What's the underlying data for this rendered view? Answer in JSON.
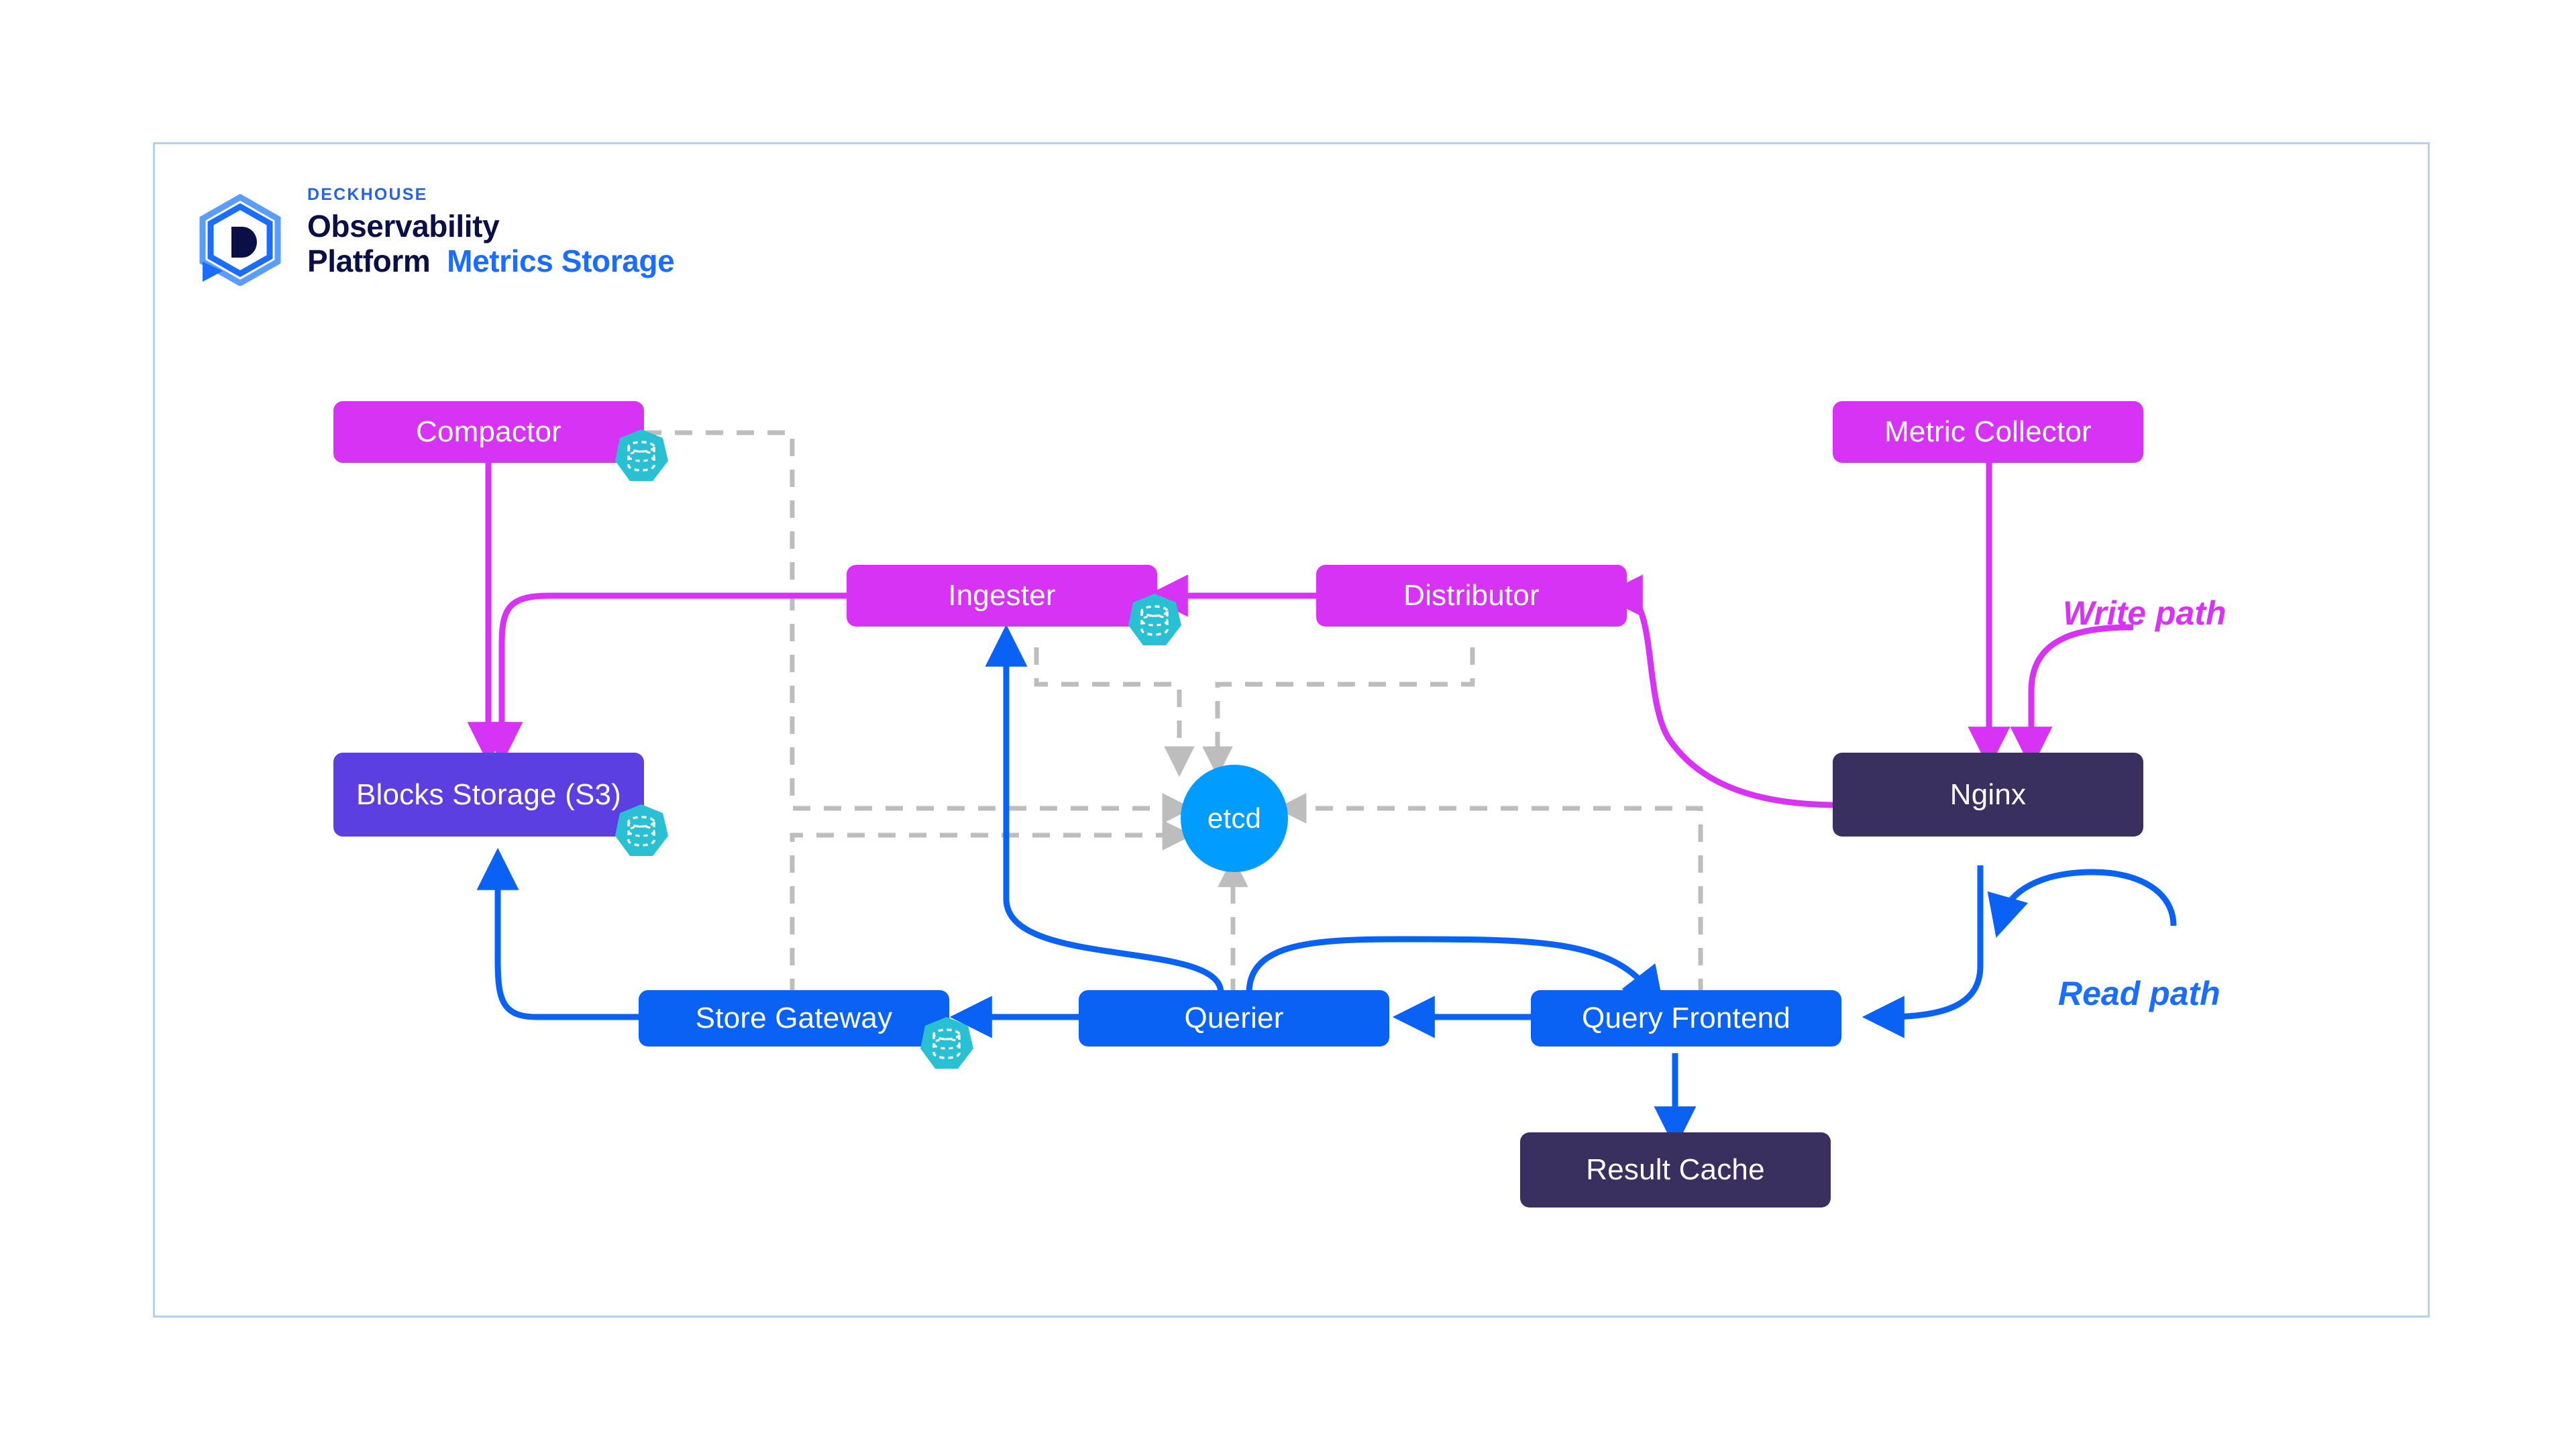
{
  "brand": {
    "eyebrow": "DECKHOUSE",
    "line1": "Observability",
    "line2_prefix": "Platform",
    "line2_accent": "Metrics Storage",
    "logo_icon": "deckhouse-hexagon-d-logo"
  },
  "colors": {
    "magenta": "#d633f5",
    "indigo": "#5b3fe0",
    "blue": "#0a62f5",
    "navy": "#39305f",
    "etcd_blue": "#009cff",
    "teal_badge": "#29c0d4",
    "dashed_gray": "#bdbdbd",
    "frame_border": "#b6d0f2",
    "logo_navy": "#0a1045",
    "logo_blue": "#1a6dff"
  },
  "nodes": [
    {
      "id": "compactor",
      "label": "Compactor",
      "color": "magenta",
      "has_pv_badge": true
    },
    {
      "id": "metric-collector",
      "label": "Metric Collector",
      "color": "magenta",
      "has_pv_badge": false
    },
    {
      "id": "ingester",
      "label": "Ingester",
      "color": "magenta",
      "has_pv_badge": true
    },
    {
      "id": "distributor",
      "label": "Distributor",
      "color": "magenta",
      "has_pv_badge": false
    },
    {
      "id": "blocks-storage",
      "label": "Blocks Storage (S3)",
      "color": "indigo",
      "has_pv_badge": true
    },
    {
      "id": "etcd",
      "label": "etcd",
      "color": "etcd_blue",
      "has_pv_badge": false
    },
    {
      "id": "nginx",
      "label": "Nginx",
      "color": "navy",
      "has_pv_badge": false
    },
    {
      "id": "store-gateway",
      "label": "Store Gateway",
      "color": "blue",
      "has_pv_badge": true
    },
    {
      "id": "querier",
      "label": "Querier",
      "color": "blue",
      "has_pv_badge": false
    },
    {
      "id": "query-frontend",
      "label": "Query Frontend",
      "color": "blue",
      "has_pv_badge": false
    },
    {
      "id": "result-cache",
      "label": "Result Cache",
      "color": "navy",
      "has_pv_badge": false
    }
  ],
  "labels": {
    "write_path": "Write path",
    "read_path": "Read path"
  },
  "edges": [
    {
      "from": "metric-collector",
      "to": "nginx",
      "style": "solid",
      "color": "magenta"
    },
    {
      "from": "write-path-label",
      "to": "nginx",
      "style": "solid",
      "color": "magenta"
    },
    {
      "from": "nginx",
      "to": "distributor",
      "style": "solid",
      "color": "magenta"
    },
    {
      "from": "distributor",
      "to": "ingester",
      "style": "solid",
      "color": "magenta"
    },
    {
      "from": "ingester",
      "to": "blocks-storage",
      "style": "solid",
      "color": "magenta"
    },
    {
      "from": "compactor",
      "to": "blocks-storage",
      "style": "solid",
      "color": "magenta"
    },
    {
      "from": "read-path-label",
      "to": "nginx",
      "style": "solid",
      "color": "blue"
    },
    {
      "from": "nginx",
      "to": "query-frontend",
      "style": "solid",
      "color": "blue"
    },
    {
      "from": "query-frontend",
      "to": "querier",
      "style": "solid",
      "color": "blue"
    },
    {
      "from": "query-frontend",
      "to": "result-cache",
      "style": "solid",
      "color": "blue"
    },
    {
      "from": "querier",
      "to": "store-gateway",
      "style": "solid",
      "color": "blue"
    },
    {
      "from": "querier",
      "to": "ingester",
      "style": "solid",
      "color": "blue"
    },
    {
      "from": "querier",
      "to": "query-frontend",
      "style": "solid",
      "color": "blue"
    },
    {
      "from": "store-gateway",
      "to": "blocks-storage",
      "style": "solid",
      "color": "blue"
    },
    {
      "from": "compactor",
      "to": "etcd",
      "style": "dashed",
      "color": "gray"
    },
    {
      "from": "ingester",
      "to": "etcd",
      "style": "dashed",
      "color": "gray"
    },
    {
      "from": "distributor",
      "to": "etcd",
      "style": "dashed",
      "color": "gray"
    },
    {
      "from": "store-gateway",
      "to": "etcd",
      "style": "dashed",
      "color": "gray"
    },
    {
      "from": "querier",
      "to": "etcd",
      "style": "dashed",
      "color": "gray"
    },
    {
      "from": "query-frontend",
      "to": "etcd",
      "style": "dashed",
      "color": "gray"
    }
  ]
}
